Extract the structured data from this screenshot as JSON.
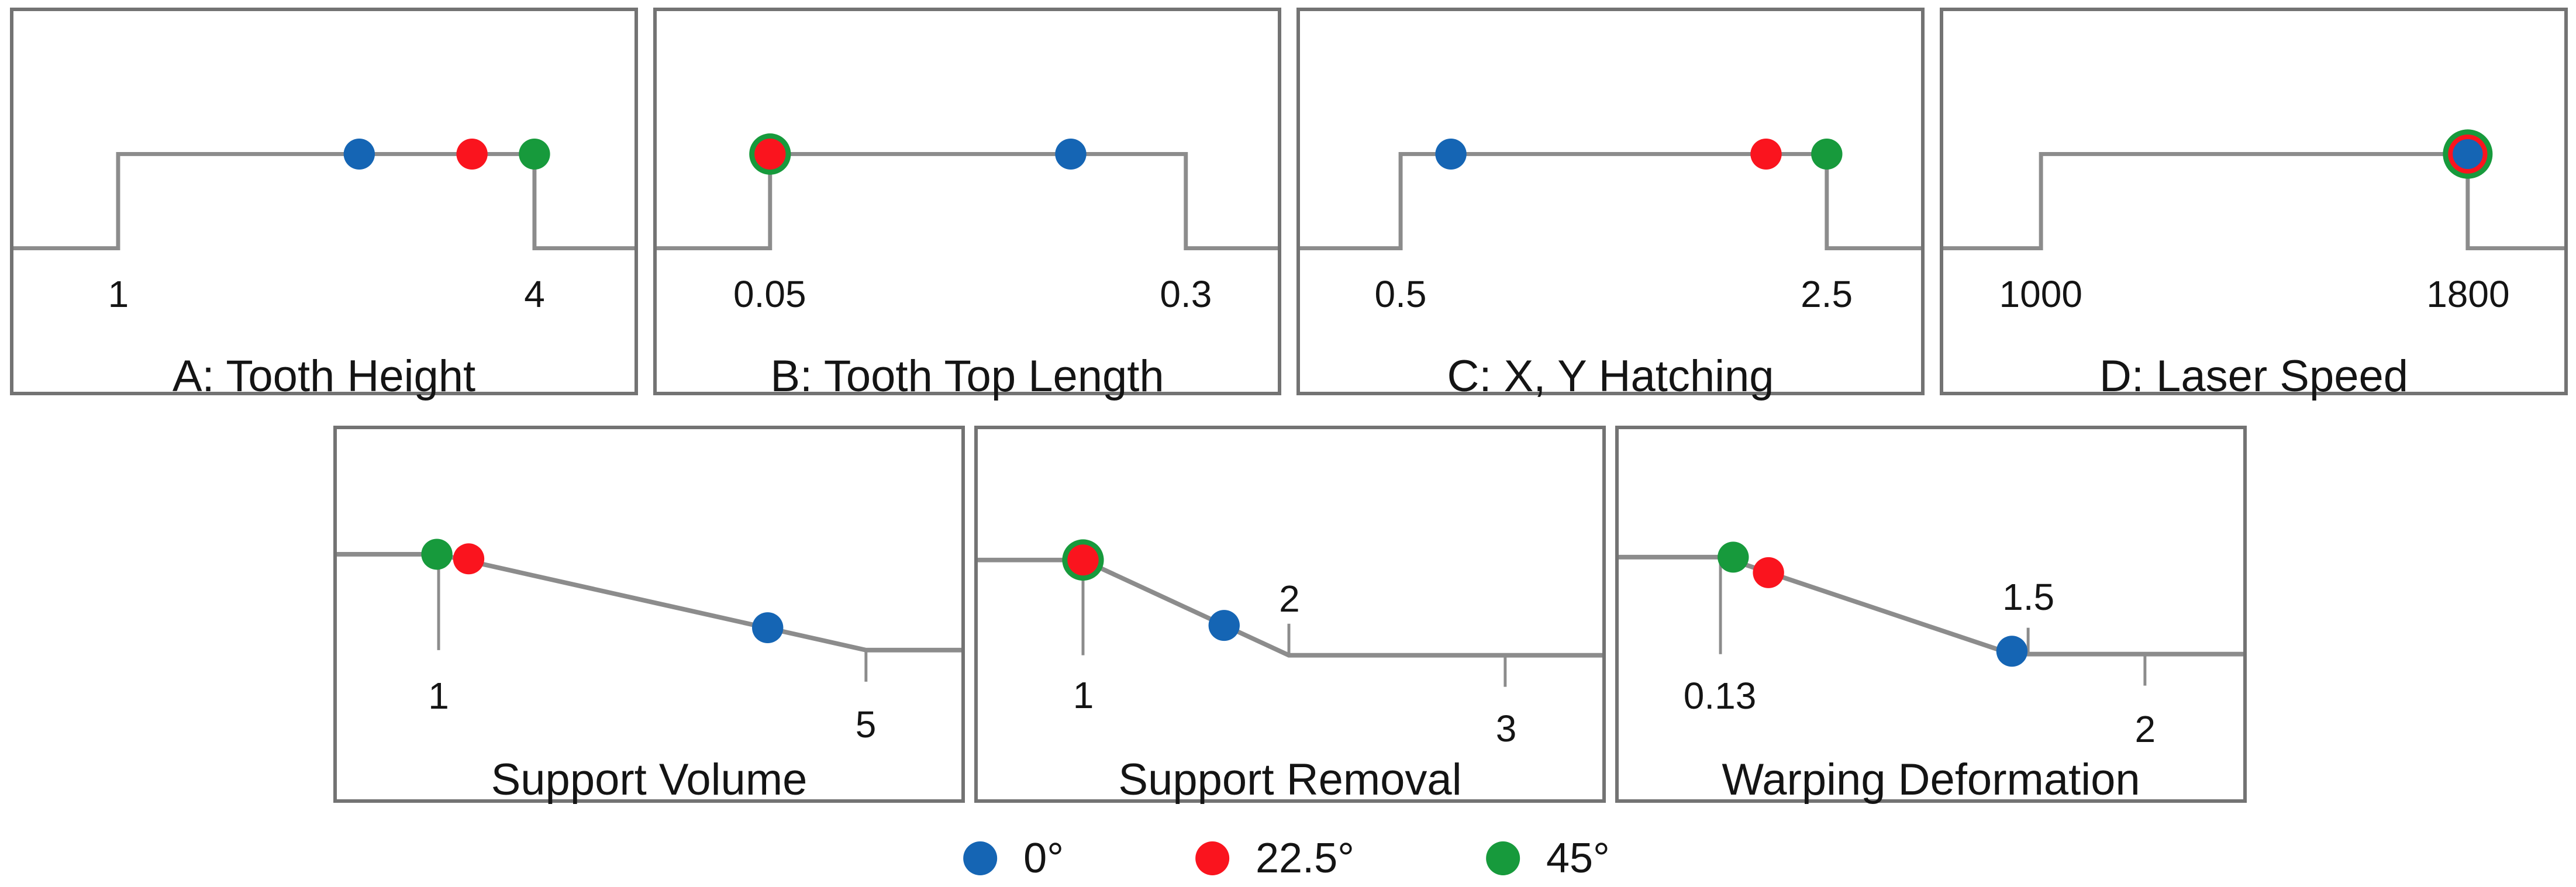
{
  "colors": {
    "blue": "#1565b4",
    "red": "#fa141e",
    "green": "#179a3c",
    "line": "#8c8c8c",
    "border": "#737373",
    "text": "#141414"
  },
  "panels": {
    "toothHeight": {
      "title": "A: Tooth Height",
      "ticks": [
        "1",
        "4"
      ]
    },
    "toothTop": {
      "title": "B: Tooth Top Length",
      "ticks": [
        "0.05",
        "0.3"
      ]
    },
    "hatching": {
      "title": "C: X, Y Hatching",
      "ticks": [
        "0.5",
        "2.5"
      ]
    },
    "laserSpeed": {
      "title": "D: Laser Speed",
      "ticks": [
        "1000",
        "1800"
      ]
    },
    "supportVolume": {
      "title": "Support Volume",
      "ticks": [
        "1",
        "5"
      ]
    },
    "supportRemoval": {
      "title": "Support Removal",
      "ticks": [
        "1",
        "2",
        "3"
      ]
    },
    "warping": {
      "title": "Warping Deformation",
      "ticks": [
        "0.13",
        "1.5",
        "2"
      ]
    }
  },
  "legend": {
    "items": [
      {
        "label": "0°",
        "color_key": "blue"
      },
      {
        "label": "22.5°",
        "color_key": "red"
      },
      {
        "label": "45°",
        "color_key": "green"
      }
    ]
  },
  "chart_data": [
    {
      "name": "A: Tooth Height",
      "type": "line",
      "axis_range": [
        1,
        4
      ],
      "tick_labels": [
        "1",
        "4"
      ],
      "series": [
        {
          "name": "0°",
          "value": 2.7
        },
        {
          "name": "22.5°",
          "value": 3.6
        },
        {
          "name": "45°",
          "value": 4
        }
      ],
      "note_values_estimated_from_marker_positions": true
    },
    {
      "name": "B: Tooth Top Length",
      "type": "line",
      "axis_range": [
        0.05,
        0.3
      ],
      "tick_labels": [
        "0.05",
        "0.3"
      ],
      "series": [
        {
          "name": "0°",
          "value": 0.23
        },
        {
          "name": "22.5°",
          "value": 0.05
        },
        {
          "name": "45°",
          "value": 0.05
        }
      ],
      "note_values_estimated_from_marker_positions": true
    },
    {
      "name": "C: X, Y Hatching",
      "type": "line",
      "axis_range": [
        0.5,
        2.5
      ],
      "tick_labels": [
        "0.5",
        "2.5"
      ],
      "series": [
        {
          "name": "0°",
          "value": 0.75
        },
        {
          "name": "22.5°",
          "value": 2.2
        },
        {
          "name": "45°",
          "value": 2.5
        }
      ],
      "note_values_estimated_from_marker_positions": true
    },
    {
      "name": "D: Laser Speed",
      "type": "line",
      "axis_range": [
        1000,
        1800
      ],
      "tick_labels": [
        "1000",
        "1800"
      ],
      "series": [
        {
          "name": "0°",
          "value": 1800
        },
        {
          "name": "22.5°",
          "value": 1800
        },
        {
          "name": "45°",
          "value": 1800
        }
      ]
    },
    {
      "name": "Support Volume",
      "type": "line",
      "tick_labels": [
        "1",
        "5"
      ],
      "series": [
        {
          "name": "0°",
          "value": 4.1
        },
        {
          "name": "22.5°",
          "value": 1.1
        },
        {
          "name": "45°",
          "value": 1
        }
      ],
      "note_values_estimated_from_marker_positions": true
    },
    {
      "name": "Support Removal",
      "type": "line",
      "tick_labels": [
        "1",
        "2",
        "3"
      ],
      "series": [
        {
          "name": "0°",
          "value": 1.7
        },
        {
          "name": "22.5°",
          "value": 1
        },
        {
          "name": "45°",
          "value": 1
        }
      ],
      "note_values_estimated_from_marker_positions": true
    },
    {
      "name": "Warping Deformation",
      "type": "line",
      "tick_labels": [
        "0.13",
        "1.5",
        "2"
      ],
      "series": [
        {
          "name": "0°",
          "value": 1.5
        },
        {
          "name": "22.5°",
          "value": 0.35
        },
        {
          "name": "45°",
          "value": 0.13
        }
      ],
      "note_values_estimated_from_marker_positions": true
    }
  ]
}
